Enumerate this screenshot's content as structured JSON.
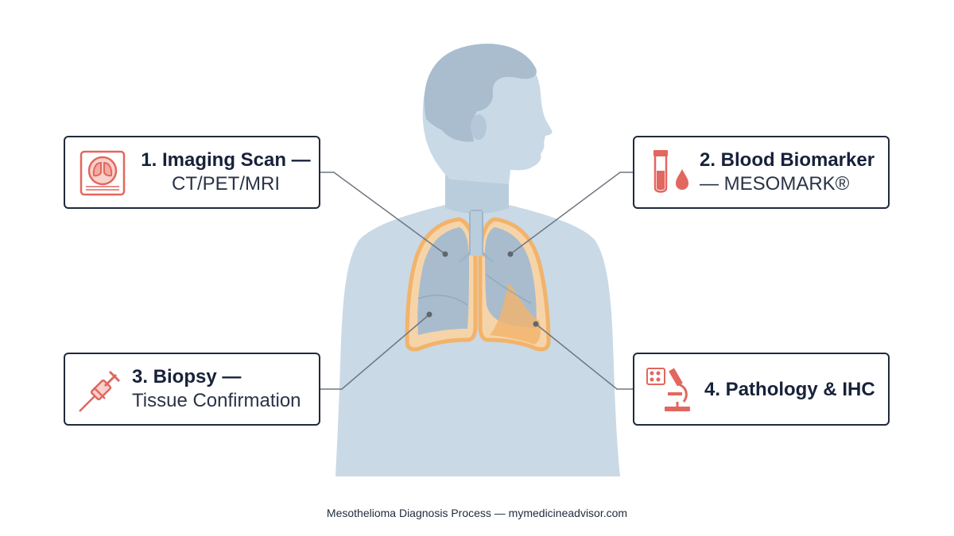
{
  "cards": {
    "imaging": {
      "title": "1. Imaging Scan —",
      "subtitle": "CT/PET/MRI"
    },
    "blood": {
      "title": "2. Blood Biomarker",
      "subtitle": "— MESOMARK®"
    },
    "biopsy": {
      "title": "3. Biopsy —",
      "subtitle": "Tissue Confirmation"
    },
    "pathology": {
      "title": "4. Pathology & IHC"
    }
  },
  "icons": {
    "imaging": "ct-scan-lungs-icon",
    "blood": "blood-test-tube-icon",
    "biopsy": "biopsy-needle-icon",
    "pathology": "microscope-icon"
  },
  "footer": {
    "caption": "Mesothelioma Diagnosis Process — mymedicineadvisor.com"
  },
  "colors": {
    "body": "#c9d9e6",
    "body_shadow": "#a9bdcf",
    "lung": "#a8bccd",
    "pleura": "#f2b36a",
    "icon_accent": "#e2675f",
    "card_border": "#1f2a3c",
    "leader_line": "#6f7680"
  }
}
